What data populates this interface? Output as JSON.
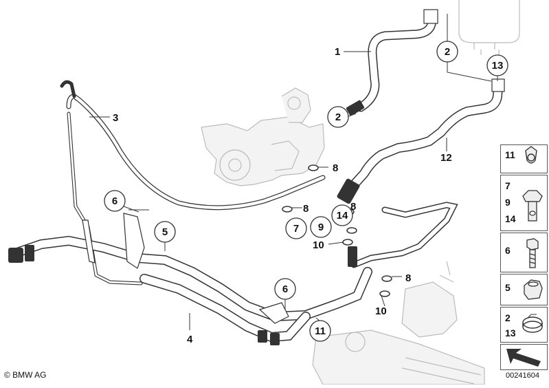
{
  "diagram": {
    "callouts_plain": [
      {
        "id": "c1",
        "text": "1"
      },
      {
        "id": "c3",
        "text": "3"
      },
      {
        "id": "c4",
        "text": "4"
      },
      {
        "id": "c8a",
        "text": "8"
      },
      {
        "id": "c8b",
        "text": "8"
      },
      {
        "id": "c8c",
        "text": "8"
      },
      {
        "id": "c8d",
        "text": "8"
      },
      {
        "id": "c10a",
        "text": "10"
      },
      {
        "id": "c10b",
        "text": "10"
      },
      {
        "id": "c12",
        "text": "12"
      }
    ],
    "callouts_circled": [
      {
        "id": "k2a",
        "text": "2"
      },
      {
        "id": "k2b",
        "text": "2"
      },
      {
        "id": "k13",
        "text": "13"
      },
      {
        "id": "k6a",
        "text": "6"
      },
      {
        "id": "k5",
        "text": "5"
      },
      {
        "id": "k7",
        "text": "7"
      },
      {
        "id": "k9",
        "text": "9"
      },
      {
        "id": "k14",
        "text": "14"
      },
      {
        "id": "k6b",
        "text": "6"
      },
      {
        "id": "k11",
        "text": "11"
      }
    ]
  },
  "legend": [
    {
      "labels": [
        "11"
      ],
      "icon": "hose-clip-icon"
    },
    {
      "labels": [
        "7",
        "9",
        "14"
      ],
      "icon": "banjo-bolt-icon"
    },
    {
      "labels": [
        "6"
      ],
      "icon": "hex-bolt-icon"
    },
    {
      "labels": [
        "5"
      ],
      "icon": "hex-nut-icon"
    },
    {
      "labels": [
        "2",
        "13"
      ],
      "icon": "hose-clamp-icon"
    },
    {
      "labels": [],
      "icon": "direction-arrow-icon"
    }
  ],
  "footer": {
    "copyright": "© BMW AG",
    "doc_id": "00241604"
  }
}
